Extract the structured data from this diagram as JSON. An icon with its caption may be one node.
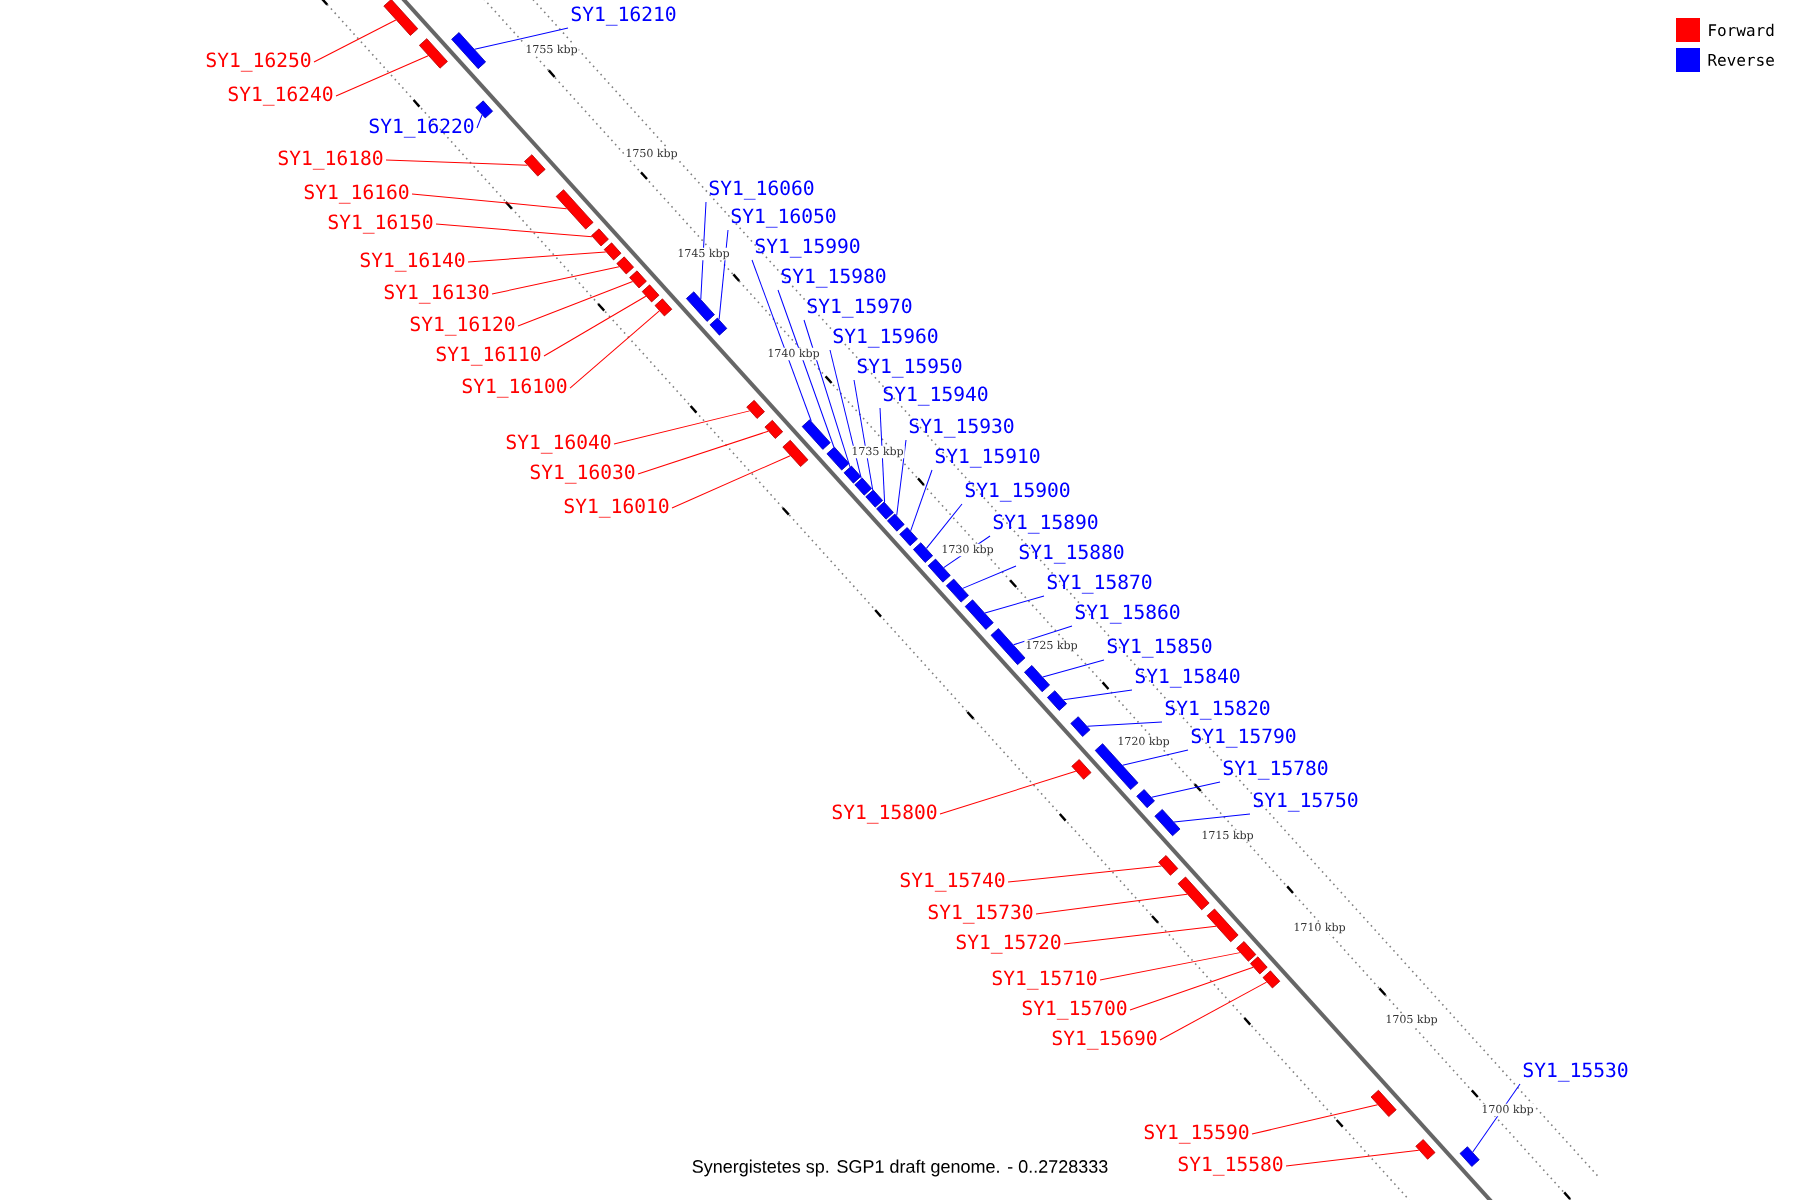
{
  "diagram": {
    "caption": "Synergistetes sp. SGP1 draft genome. - 0..2728333",
    "nodes": [
      {
        "text": [
          "SY1_16210"
        ]
      },
      {
        "text": [],
        "shape": "box"
      },
      {
        "text": [
          "SY1_16250"
        ]
      },
      {
        "text": [],
        "shape": "box"
      },
      {
        "text": [
          "SY1_16240"
        ]
      },
      {
        "text": [],
        "shape": "box"
      },
      {
        "text": [
          "SY1_16220"
        ]
      },
      {
        "text": [],
        "shape": "box"
      },
      {
        "text": [
          "SY1_16180"
        ]
      },
      {
        "text": [],
        "shape": "box"
      },
      {
        "text": [
          "SY1_16160"
        ]
      },
      {
        "text": [],
        "shape": "box"
      },
      {
        "text": [
          "SY1_16060"
        ]
      },
      {
        "text": [],
        "shape": "box"
      },
      {
        "text": [
          "SY1_16050"
        ]
      },
      {
        "text": [],
        "shape": "box"
      },
      {
        "text": [
          "SY1_16150"
        ]
      },
      {
        "text": [],
        "shape": "box"
      },
      {
        "text": [
          "SY1_15990"
        ]
      },
      {
        "text": [],
        "shape": "box"
      },
      {
        "text": [
          "SY1_16140"
        ]
      },
      {
        "text": [],
        "shape": "box"
      },
      {
        "text": [
          "SY1_15980"
        ]
      },
      {
        "text": [],
        "shape": "box"
      },
      {
        "text": [
          "SY1_16130"
        ]
      },
      {
        "text": [],
        "shape": "box"
      },
      {
        "text": [
          "SY1_15970"
        ]
      },
      {
        "text": [],
        "shape": "box"
      },
      {
        "text": [
          "SY1_16120"
        ]
      },
      {
        "text": [],
        "shape": "box"
      },
      {
        "text": [
          "SY1_15960"
        ]
      },
      {
        "text": [],
        "shape": "box"
      },
      {
        "text": [
          "SY1_16110"
        ]
      },
      {
        "text": [],
        "shape": "box"
      },
      {
        "text": [
          "SY1_15950"
        ]
      },
      {
        "text": [],
        "shape": "box"
      },
      {
        "text": [
          "SY1_16100"
        ]
      },
      {
        "text": [],
        "shape": "box"
      },
      {
        "text": [
          "SY1_15940"
        ]
      },
      {
        "text": [],
        "shape": "box"
      },
      {
        "text": [
          "SY1_15930"
        ]
      },
      {
        "text": [],
        "shape": "box"
      },
      {
        "text": [
          "SY1_16040"
        ]
      },
      {
        "text": [],
        "shape": "box"
      },
      {
        "text": [
          "SY1_15910"
        ]
      },
      {
        "text": [],
        "shape": "box"
      },
      {
        "text": [
          "SY1_16030"
        ]
      },
      {
        "text": [],
        "shape": "box"
      },
      {
        "text": [
          "SY1_15900"
        ]
      },
      {
        "text": [],
        "shape": "box"
      },
      {
        "text": [
          "SY1_16010"
        ]
      },
      {
        "text": [],
        "shape": "box"
      },
      {
        "text": [
          "SY1_15890"
        ]
      },
      {
        "text": [],
        "shape": "box"
      },
      {
        "text": [
          "SY1_15880"
        ]
      },
      {
        "text": [],
        "shape": "box"
      },
      {
        "text": [
          "SY1_15870"
        ]
      },
      {
        "text": [],
        "shape": "box"
      },
      {
        "text": [
          "SY1_15860"
        ]
      },
      {
        "text": [],
        "shape": "box"
      },
      {
        "text": [
          "SY1_15850"
        ]
      },
      {
        "text": [],
        "shape": "box"
      },
      {
        "text": [
          "SY1_15840"
        ]
      },
      {
        "text": [],
        "shape": "box"
      },
      {
        "text": [
          "SY1_15820"
        ]
      },
      {
        "text": [],
        "shape": "box"
      },
      {
        "text": [
          "SY1_15790"
        ]
      },
      {
        "text": [],
        "shape": "box"
      },
      {
        "text": [
          "SY1_15780"
        ]
      },
      {
        "text": [],
        "shape": "box"
      },
      {
        "text": [
          "SY1_15750"
        ]
      },
      {
        "text": [],
        "shape": "box"
      },
      {
        "text": [
          "SY1_15800"
        ]
      },
      {
        "text": [],
        "shape": "box"
      },
      {
        "text": [
          "SY1_15740"
        ]
      },
      {
        "text": [],
        "shape": "box"
      },
      {
        "text": [
          "SY1_15730"
        ]
      },
      {
        "text": [],
        "shape": "box"
      },
      {
        "text": [
          "SY1_15720"
        ]
      },
      {
        "text": [],
        "shape": "box"
      },
      {
        "text": [
          "SY1_15710"
        ]
      },
      {
        "text": [],
        "shape": "box"
      },
      {
        "text": [
          "SY1_15700"
        ]
      },
      {
        "text": [],
        "shape": "box"
      },
      {
        "text": [
          "SY1_15690"
        ]
      },
      {
        "text": [],
        "shape": "box"
      },
      {
        "text": [
          "SY1_15530"
        ]
      },
      {
        "text": [],
        "shape": "box"
      },
      {
        "text": [
          "SY1_15590"
        ]
      },
      {
        "text": [],
        "shape": "box"
      },
      {
        "text": [
          "SY1_15580"
        ]
      },
      {
        "text": [],
        "shape": "box"
      }
    ],
    "edges": [
      {
        "from": 0,
        "to": 1,
        "arrow": "none"
      },
      {
        "from": 2,
        "to": 3,
        "arrow": "none",
        "color": "#ff0000"
      },
      {
        "from": 4,
        "to": 5,
        "arrow": "none",
        "color": "#ff0000"
      },
      {
        "from": 6,
        "to": 7,
        "arrow": "none"
      },
      {
        "from": 8,
        "to": 9,
        "arrow": "none",
        "color": "#ff0000"
      },
      {
        "from": 10,
        "to": 11,
        "arrow": "none",
        "color": "#ff0000"
      },
      {
        "from": 12,
        "to": 13,
        "arrow": "none"
      },
      {
        "from": 14,
        "to": 15,
        "arrow": "none"
      },
      {
        "from": 16,
        "to": 17,
        "arrow": "none",
        "color": "#ff0000"
      },
      {
        "from": 18,
        "to": 19,
        "arrow": "none"
      },
      {
        "from": 20,
        "to": 21,
        "arrow": "none",
        "color": "#ff0000"
      },
      {
        "from": 22,
        "to": 23,
        "arrow": "none"
      },
      {
        "from": 24,
        "to": 25,
        "arrow": "none",
        "color": "#ff0000"
      },
      {
        "from": 26,
        "to": 27,
        "arrow": "none"
      },
      {
        "from": 28,
        "to": 29,
        "arrow": "none",
        "color": "#ff0000"
      },
      {
        "from": 30,
        "to": 31,
        "arrow": "none"
      },
      {
        "from": 32,
        "to": 33,
        "arrow": "none",
        "color": "#ff0000"
      },
      {
        "from": 34,
        "to": 35,
        "arrow": "none"
      },
      {
        "from": 36,
        "to": 37,
        "arrow": "none",
        "color": "#ff0000"
      },
      {
        "from": 38,
        "to": 39,
        "arrow": "none"
      },
      {
        "from": 40,
        "to": 41,
        "arrow": "none"
      },
      {
        "from": 42,
        "to": 43,
        "arrow": "none",
        "color": "#ff0000"
      },
      {
        "from": 44,
        "to": 45,
        "arrow": "none"
      },
      {
        "from": 46,
        "to": 47,
        "arrow": "none",
        "color": "#ff0000"
      },
      {
        "from": 48,
        "to": 49,
        "arrow": "none"
      },
      {
        "from": 50,
        "to": 51,
        "arrow": "none",
        "color": "#ff0000"
      },
      {
        "from": 52,
        "to": 53,
        "arrow": "none"
      },
      {
        "from": 54,
        "to": 55,
        "arrow": "none"
      },
      {
        "from": 56,
        "to": 57,
        "arrow": "none"
      },
      {
        "from": 58,
        "to": 59,
        "arrow": "none"
      },
      {
        "from": 60,
        "to": 61,
        "arrow": "none"
      },
      {
        "from": 62,
        "to": 63,
        "arrow": "none"
      },
      {
        "from": 64,
        "to": 65,
        "arrow": "none"
      },
      {
        "from": 66,
        "to": 67,
        "arrow": "none"
      },
      {
        "from": 68,
        "to": 69,
        "arrow": "none"
      },
      {
        "from": 70,
        "to": 71,
        "arrow": "none"
      },
      {
        "from": 72,
        "to": 73,
        "arrow": "none",
        "color": "#ff0000"
      },
      {
        "from": 74,
        "to": 75,
        "arrow": "none",
        "color": "#ff0000"
      },
      {
        "from": 76,
        "to": 77,
        "arrow": "none",
        "color": "#ff0000"
      },
      {
        "from": 78,
        "to": 79,
        "arrow": "none",
        "color": "#ff0000"
      },
      {
        "from": 80,
        "to": 81,
        "arrow": "none",
        "color": "#ff0000"
      },
      {
        "from": 82,
        "to": 83,
        "arrow": "none",
        "color": "#ff0000"
      },
      {
        "from": 84,
        "to": 85,
        "arrow": "none",
        "color": "#ff0000"
      },
      {
        "from": 86,
        "to": 87,
        "arrow": "none"
      },
      {
        "from": 88,
        "to": 89,
        "arrow": "none",
        "color": "#ff0000"
      },
      {
        "from": 90,
        "to": 91,
        "arrow": "none",
        "color": "#ff0000"
      }
    ],
    "labels": [
      "1755 kbp",
      "1750 kbp",
      "1745 kbp",
      "1740 kbp",
      "1735 kbp",
      "1730 kbp",
      "1725 kbp",
      "1720 kbp",
      "1715 kbp",
      "1710 kbp",
      "1705 kbp",
      "1700 kbp"
    ],
    "legend": [
      {
        "text": "Forward",
        "color": "#ff0000"
      },
      {
        "text": "Reverse",
        "color": "#0000ff"
      }
    ]
  }
}
